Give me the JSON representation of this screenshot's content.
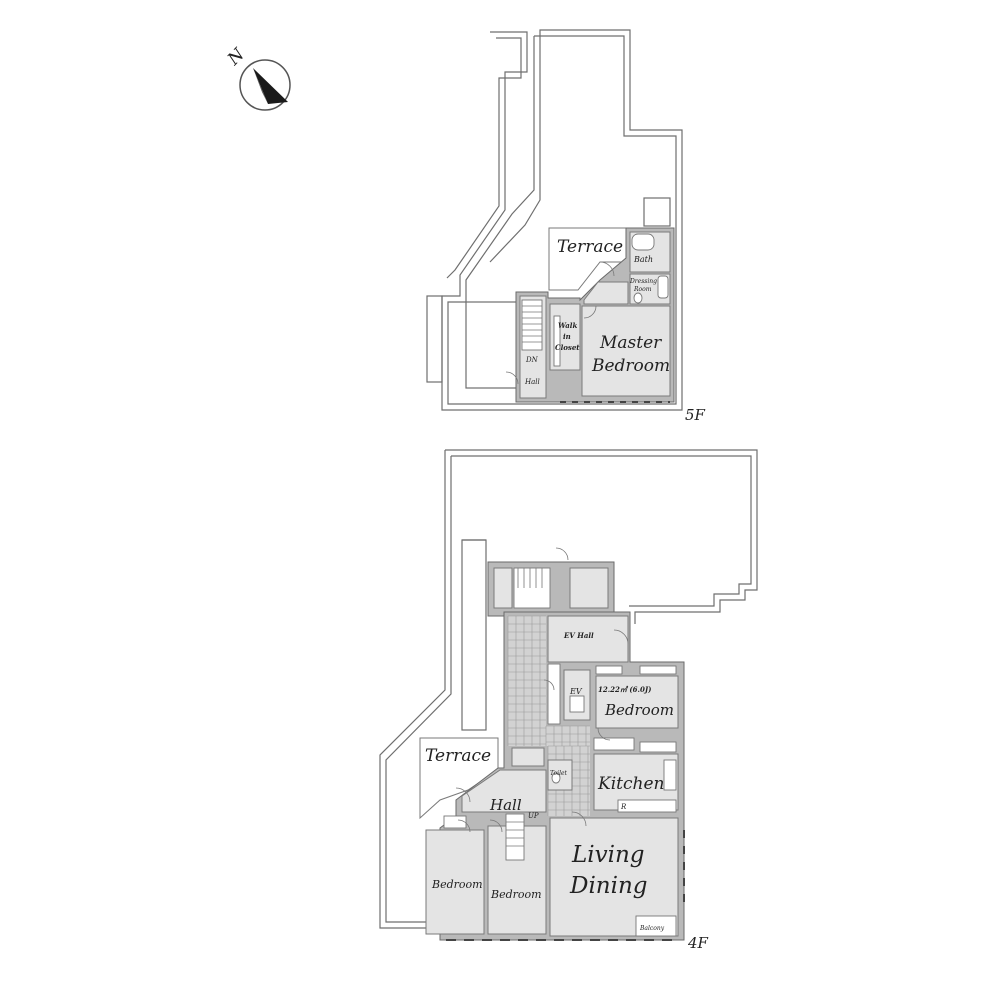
{
  "compass": {
    "north_label": "N"
  },
  "floor5": {
    "floor_label": "5F",
    "rooms": {
      "terrace": "Terrace",
      "bath": "Bath",
      "dressing_line1": "Dressing",
      "dressing_line2": "Room",
      "walk_in_line1": "Walk",
      "walk_in_line2": "in",
      "walk_in_line3": "Closet",
      "master_line1": "Master",
      "master_line2": "Bedroom",
      "hall": "Hall",
      "stair": "DN"
    }
  },
  "floor4": {
    "floor_label": "4F",
    "rooms": {
      "terrace": "Terrace",
      "bedroom_east_area": "12.22㎡ (6.0J)",
      "bedroom_east": "Bedroom",
      "kitchen": "Kitchen",
      "living_line1": "Living",
      "living_line2": "Dining",
      "bedroom_west": "Bedroom",
      "bedroom_mid": "Bedroom",
      "hall": "Hall",
      "stair": "UP",
      "toilet": "Toilet",
      "ev": "EV",
      "ev_hall": "EV Hall",
      "balcony": "Balcony",
      "fridge": "R"
    }
  }
}
